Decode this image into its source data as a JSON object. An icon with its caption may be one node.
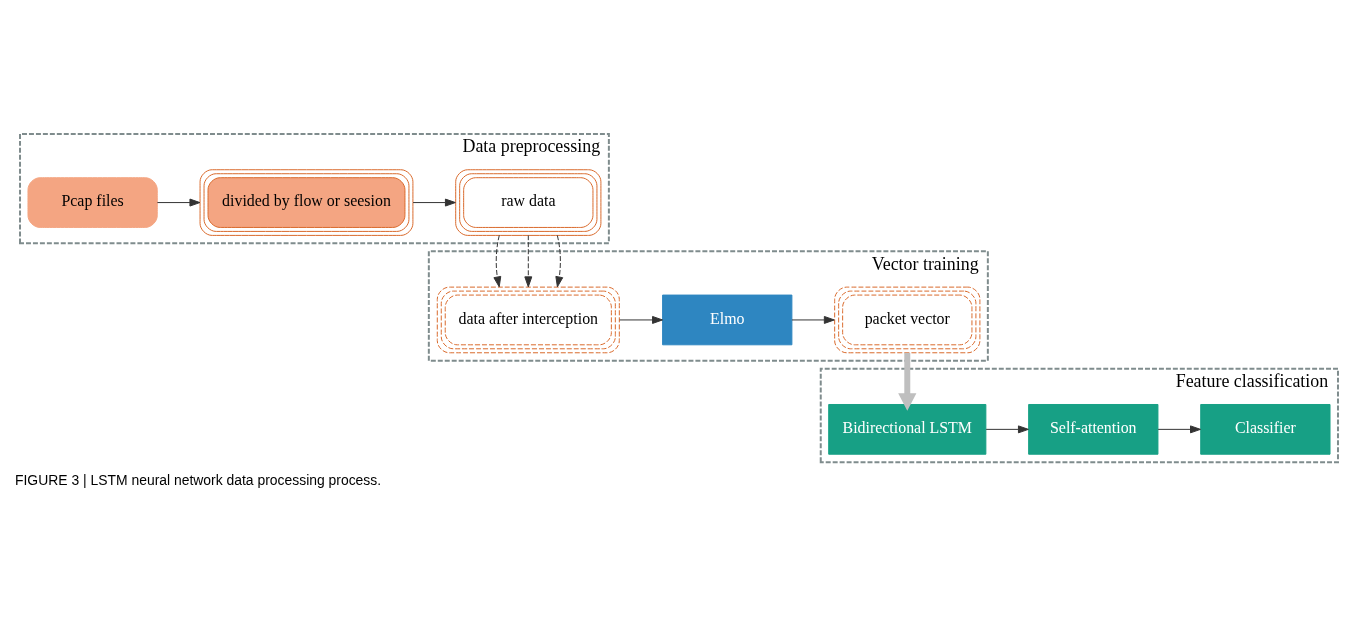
{
  "diagram": {
    "caption": "FIGURE 3 | LSTM neural network data processing process.",
    "nodes": [
      {
        "text": [
          "Data preprocessing"
        ]
      },
      {
        "text": [
          "Pcap files"
        ],
        "in": 0
      },
      {
        "text": [
          "divided by flow or seesion"
        ],
        "in": 0
      },
      {
        "text": [
          "raw data"
        ],
        "in": 0
      },
      {
        "text": [
          "Vector training"
        ]
      },
      {
        "text": [
          "data after interception"
        ],
        "in": 4
      },
      {
        "text": [
          "Elmo"
        ],
        "in": 4
      },
      {
        "text": [
          "packet vector"
        ],
        "in": 4
      },
      {
        "text": [
          "Feature classification"
        ]
      },
      {
        "text": [
          "Bidirectional LSTM"
        ],
        "in": 8
      },
      {
        "text": [
          "Self-attention"
        ],
        "in": 8
      },
      {
        "text": [
          "Classifier"
        ],
        "in": 8
      }
    ],
    "edges": [
      {
        "from": 1,
        "to": 2,
        "arrow": "to"
      },
      {
        "from": 2,
        "to": 3,
        "arrow": "to"
      },
      {
        "from": 3,
        "to": 5,
        "arrow": "to",
        "style": "dashed"
      },
      {
        "from": 3,
        "to": 5,
        "arrow": "to",
        "style": "dashed"
      },
      {
        "from": 3,
        "to": 5,
        "arrow": "to",
        "style": "dashed"
      },
      {
        "from": 5,
        "to": 6,
        "arrow": "to"
      },
      {
        "from": 6,
        "to": 7,
        "arrow": "to"
      },
      {
        "from": 7,
        "to": 9,
        "arrow": "to",
        "style": "thick",
        "color": "#bfbfbf"
      },
      {
        "from": 9,
        "to": 10,
        "arrow": "to"
      },
      {
        "from": 10,
        "to": 11,
        "arrow": "to"
      }
    ]
  }
}
